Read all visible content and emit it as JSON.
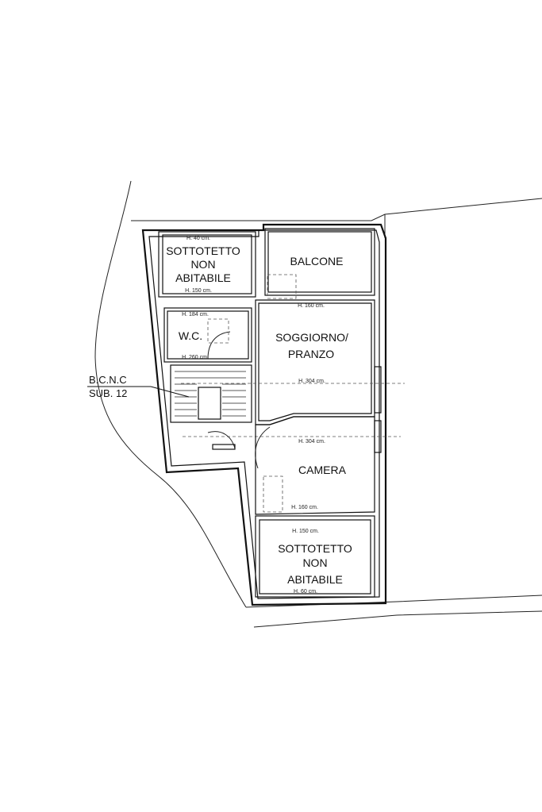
{
  "rooms": {
    "sottotetto_top": {
      "line1": "SOTTOTETTO",
      "line2": "NON",
      "line3": "ABITABILE"
    },
    "balcone": "BALCONE",
    "wc": "W.C.",
    "soggiorno": {
      "line1": "SOGGIORNO/",
      "line2": "PRANZO"
    },
    "camera": "CAMERA",
    "sottotetto_bottom": {
      "line1": "SOTTOTETTO",
      "line2": "NON",
      "line3": "ABITABILE"
    }
  },
  "heights": {
    "h40": "H. 40 cm.",
    "h150_top": "H. 150 cm.",
    "h184": "H. 184 cm.",
    "h260": "H. 260 cm.",
    "h160_top": "H. 160 cm.",
    "h304_a": "H. 304 cm.",
    "h304_b": "H. 304 cm.",
    "h160_bottom": "H. 160 cm.",
    "h150_bottom": "H. 150 cm.",
    "h60": "H. 60 cm."
  },
  "bcnc": {
    "line1": "B.C.N.C",
    "line2": "SUB. 12"
  }
}
